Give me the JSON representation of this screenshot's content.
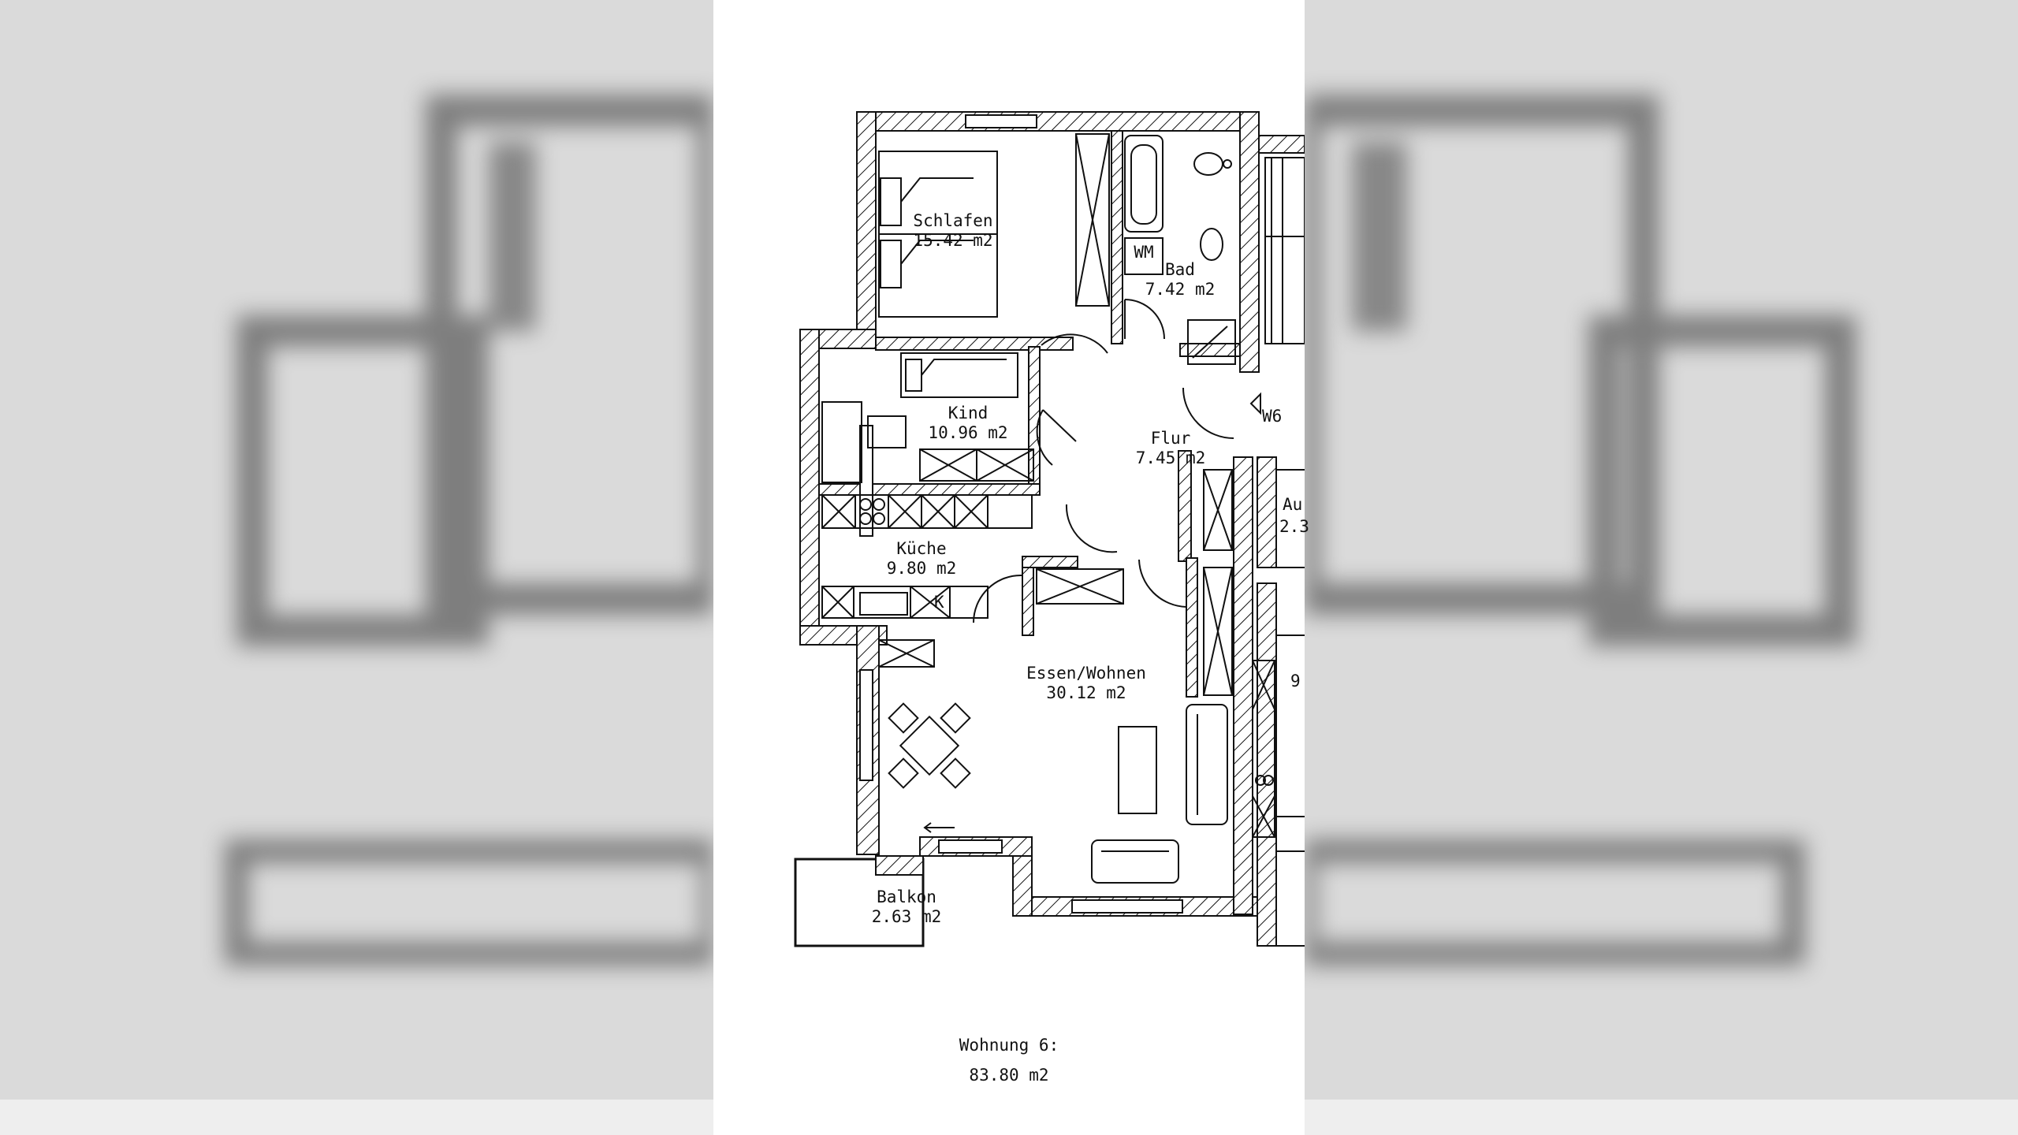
{
  "rooms": {
    "schlafen": {
      "name": "Schlafen",
      "area": "15.42 m2"
    },
    "bad": {
      "name": "Bad",
      "area": "7.42 m2"
    },
    "wm": {
      "name": "WM"
    },
    "kind": {
      "name": "Kind",
      "area": "10.96 m2"
    },
    "flur": {
      "name": "Flur",
      "area": "7.45 m2"
    },
    "kueche": {
      "name": "Küche",
      "area": "9.80 m2"
    },
    "kueche_k": {
      "name": "K"
    },
    "essen": {
      "name": "Essen/Wohnen",
      "area": "30.12 m2"
    },
    "balkon": {
      "name": "Balkon",
      "area": "2.63 m2"
    }
  },
  "neighbors": {
    "w6": "W6",
    "au_fragment": "Au",
    "au_area_fragment": "2.3",
    "right_fragment": "9"
  },
  "footer": {
    "unit": "Wohnung 6:",
    "total_area": "83.80 m2"
  },
  "colors": {
    "line": "#111111",
    "paper": "#ffffff",
    "background": "#dadada"
  }
}
